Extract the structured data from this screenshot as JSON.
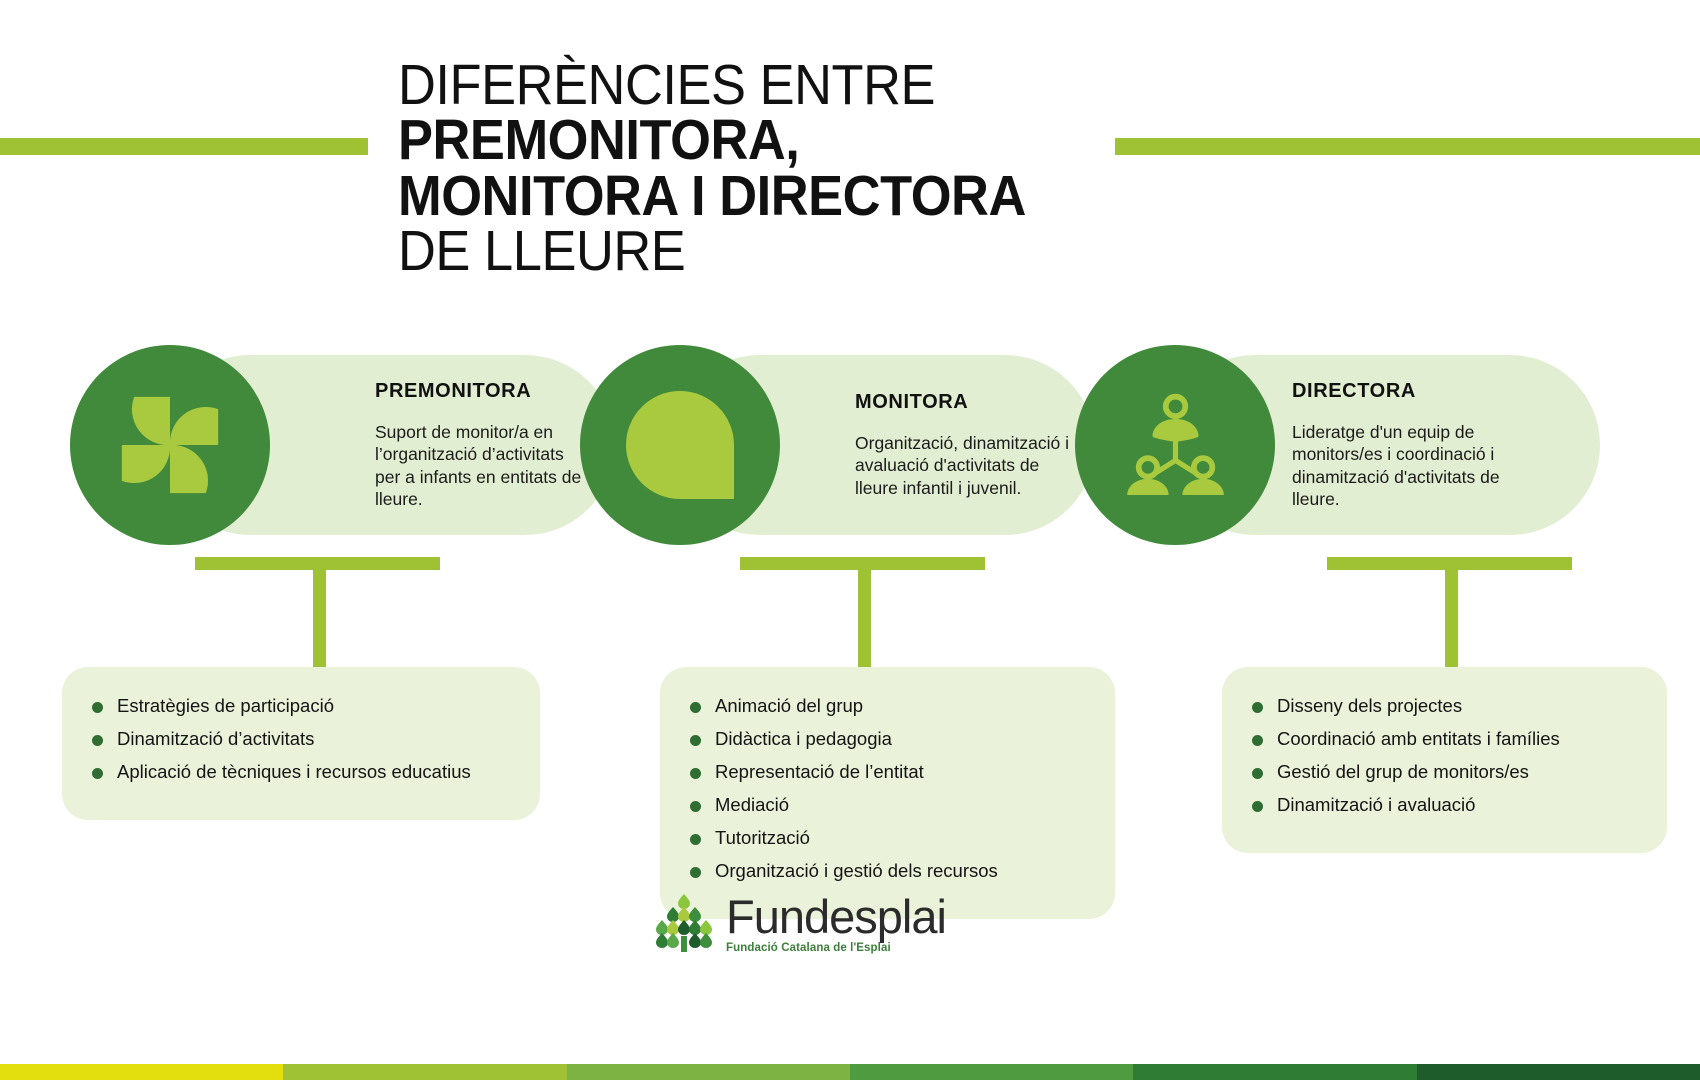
{
  "title": {
    "line1": "DIFERÈNCIES ENTRE",
    "line2": "PREMONITORA,",
    "line3": "MONITORA I DIRECTORA",
    "line4": "DE LLEURE"
  },
  "cards": [
    {
      "id": "premonitora",
      "title": "PREMONITORA",
      "icon": "pinwheel-icon",
      "description": "Suport de monitor/a en l’organització d’activitats per a infants en entitats de lleure."
    },
    {
      "id": "monitora",
      "title": "MONITORA",
      "icon": "droplet-icon",
      "description": "Organització, dinamització i avaluació d'activitats de lleure infantil i juvenil."
    },
    {
      "id": "directora",
      "title": "DIRECTORA",
      "icon": "team-network-icon",
      "description": "Lideratge d'un equip de monitors/es i coordinació i dinamització d'activitats de lleure."
    }
  ],
  "lists": [
    {
      "id": "premonitora-tasks",
      "items": [
        "Estratègies de participació",
        "Dinamització d’activitats",
        "Aplicació de tècniques i recursos educatius"
      ]
    },
    {
      "id": "monitora-tasks",
      "items": [
        "Animació del grup",
        "Didàctica i pedagogia",
        "Representació de l’entitat",
        "Mediació",
        "Tutorització",
        "Organització i gestió dels recursos"
      ]
    },
    {
      "id": "directora-tasks",
      "items": [
        "Disseny dels projectes",
        "Coordinació amb entitats i famílies",
        "Gestió del grup de monitors/es",
        "Dinamització i avaluació"
      ]
    }
  ],
  "logo": {
    "name": "Fundesplai",
    "tagline": "Fundació Catalana de l'Esplai"
  },
  "colors": {
    "dark_green": "#418a3c",
    "light_green": "#9fc234",
    "pill_bg": "#e2eed2",
    "panel_bg": "#eaf2da",
    "bullet": "#2f6d32",
    "text": "#111111"
  },
  "stripe": [
    "#e3de0e",
    "#9fc234",
    "#7cb342",
    "#4f9b3f",
    "#2f7d35",
    "#1e5c2c"
  ]
}
